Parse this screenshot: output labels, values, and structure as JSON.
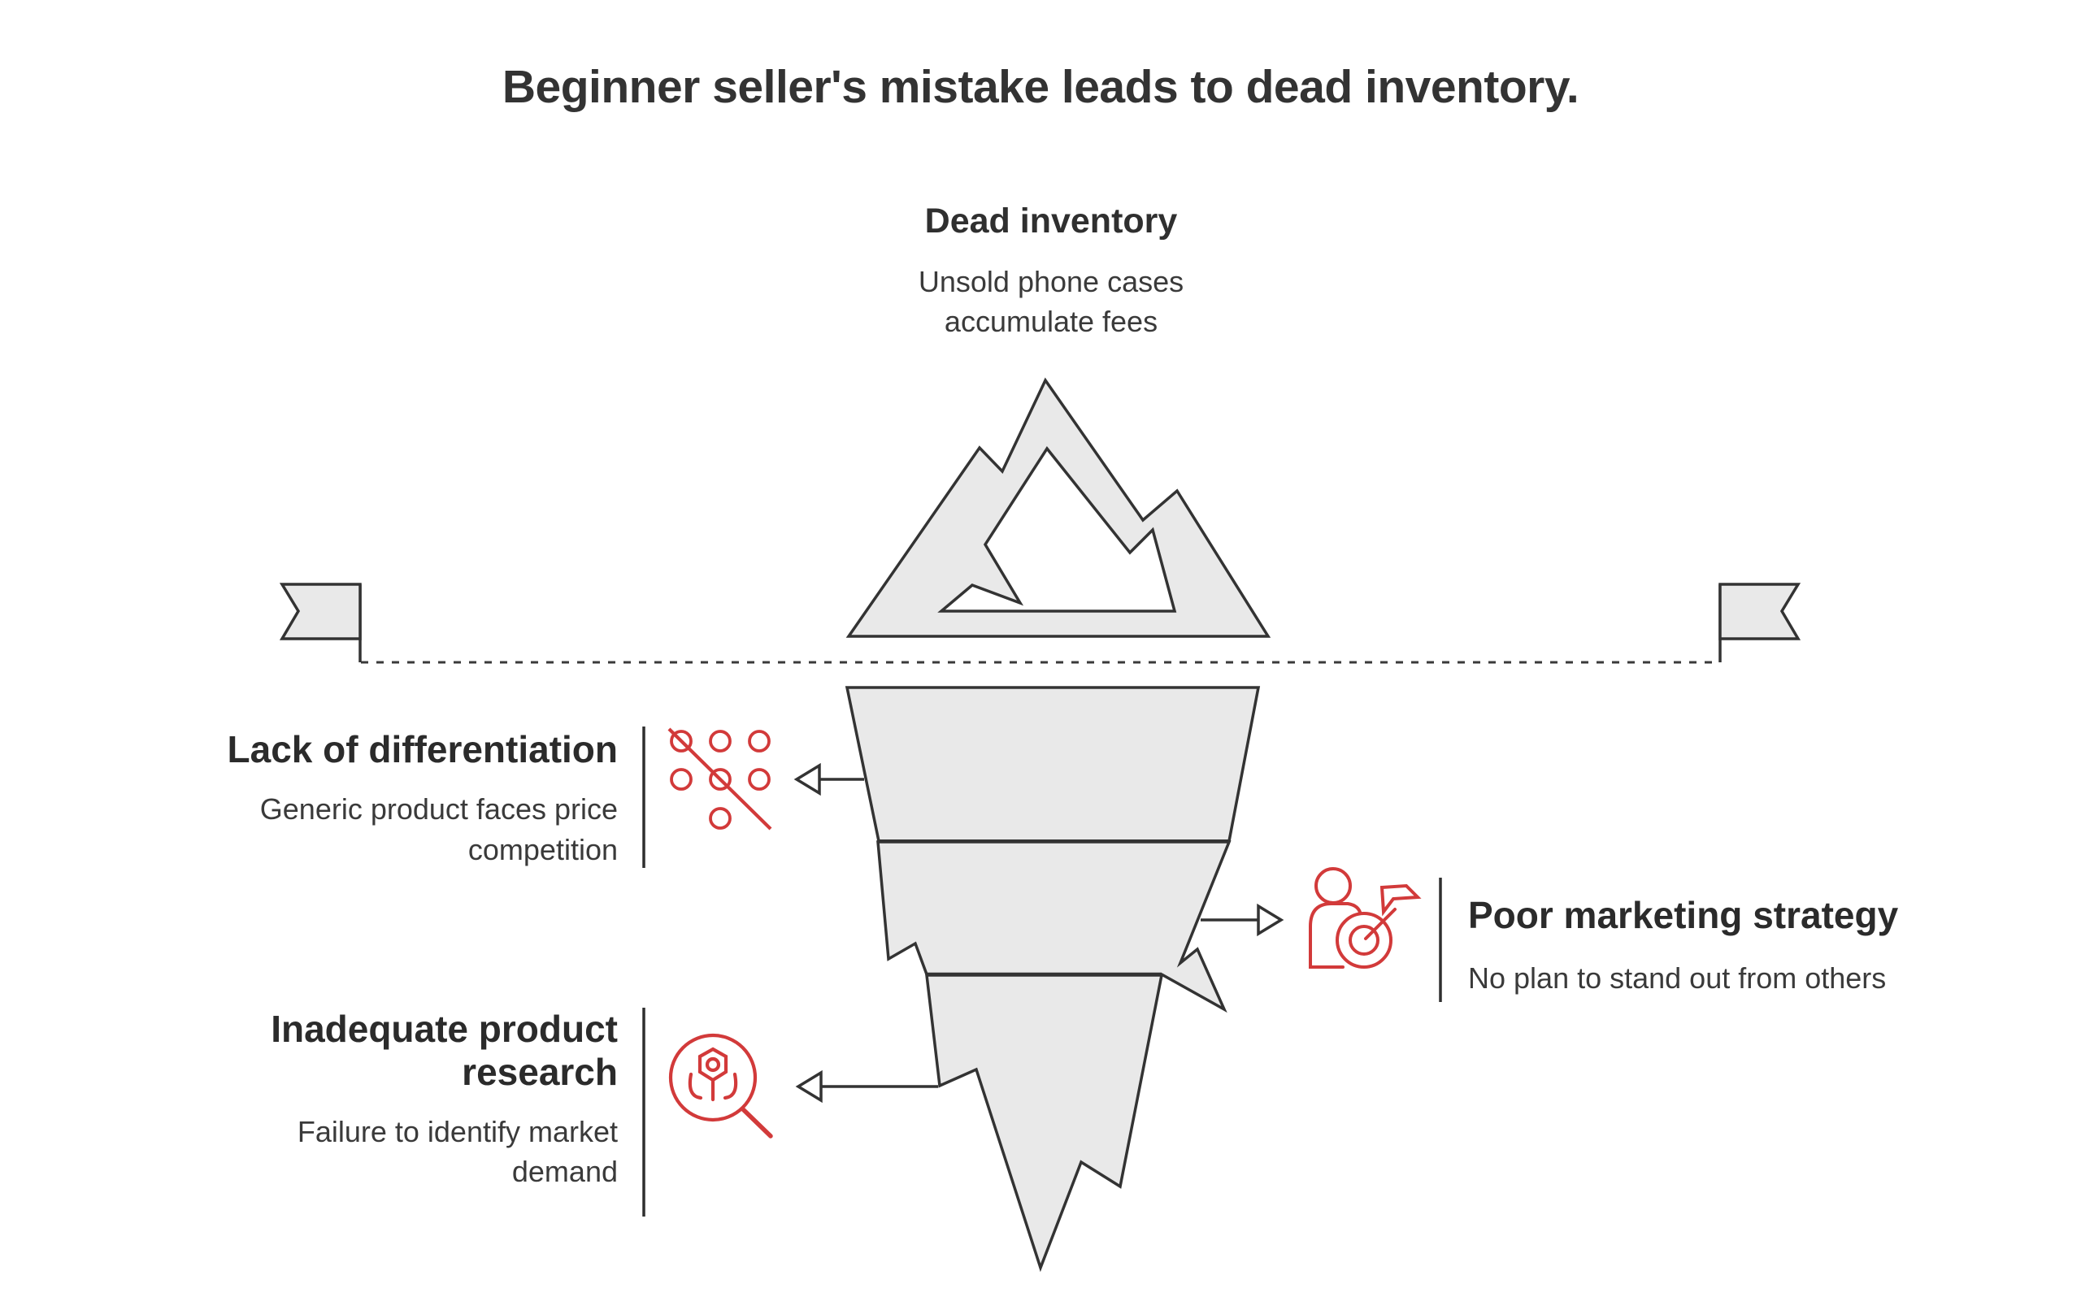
{
  "title": "Beginner seller's mistake leads to dead inventory.",
  "top_item": {
    "heading": "Dead inventory",
    "description": "Unsold phone cases accumulate fees"
  },
  "items": [
    {
      "heading": "Lack of differentiation",
      "description": "Generic product faces price competition",
      "side": "left",
      "icon": "slashed-dots-icon"
    },
    {
      "heading": "Poor marketing strategy",
      "description": "No plan to stand out from others",
      "side": "right",
      "icon": "person-target-dart-icon"
    },
    {
      "heading": "Inadequate product research",
      "description": "Failure to identify market demand",
      "side": "left",
      "icon": "person-search-magnifier-icon"
    }
  ],
  "colors": {
    "accent_red": "#d23a3a",
    "iceberg_fill": "#e9e9e9",
    "line_dark": "#333333",
    "text_dark": "#2f2f2f"
  }
}
